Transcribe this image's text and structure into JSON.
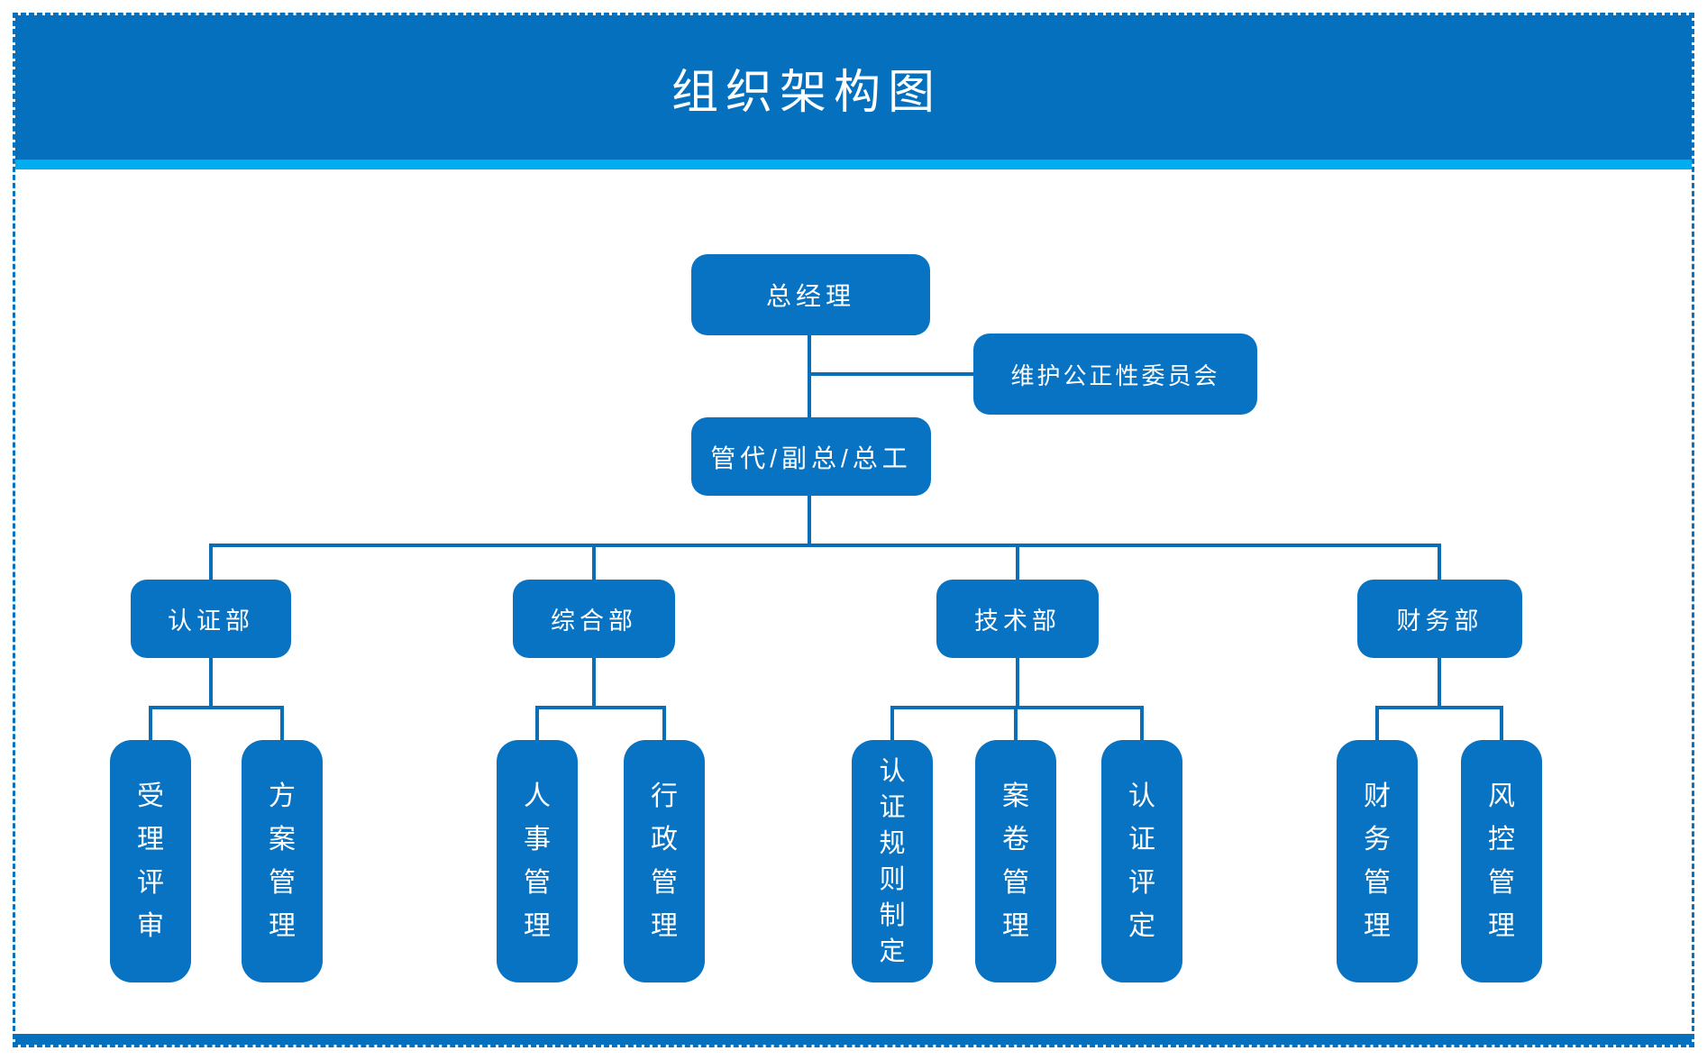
{
  "page": {
    "title": "组织架构图"
  },
  "colors": {
    "primary_blue": "#0571BE",
    "node_blue": "#0873C2",
    "accent_stripe": "#00AEEF",
    "connector": "#0A6EB6",
    "text": "#FFFFFF"
  },
  "chart": {
    "root": {
      "label": "总经理"
    },
    "committee": {
      "label": "维护公正性委员会"
    },
    "deputy": {
      "label": "管代/副总/总工"
    },
    "departments": [
      {
        "label": "认证部",
        "children": [
          {
            "label": "受理评审"
          },
          {
            "label": "方案管理"
          }
        ]
      },
      {
        "label": "综合部",
        "children": [
          {
            "label": "人事管理"
          },
          {
            "label": "行政管理"
          }
        ]
      },
      {
        "label": "技术部",
        "children": [
          {
            "label": "认证规则制定"
          },
          {
            "label": "案卷管理"
          },
          {
            "label": "认证评定"
          }
        ]
      },
      {
        "label": "财务部",
        "children": [
          {
            "label": "财务管理"
          },
          {
            "label": "风控管理"
          }
        ]
      }
    ]
  }
}
